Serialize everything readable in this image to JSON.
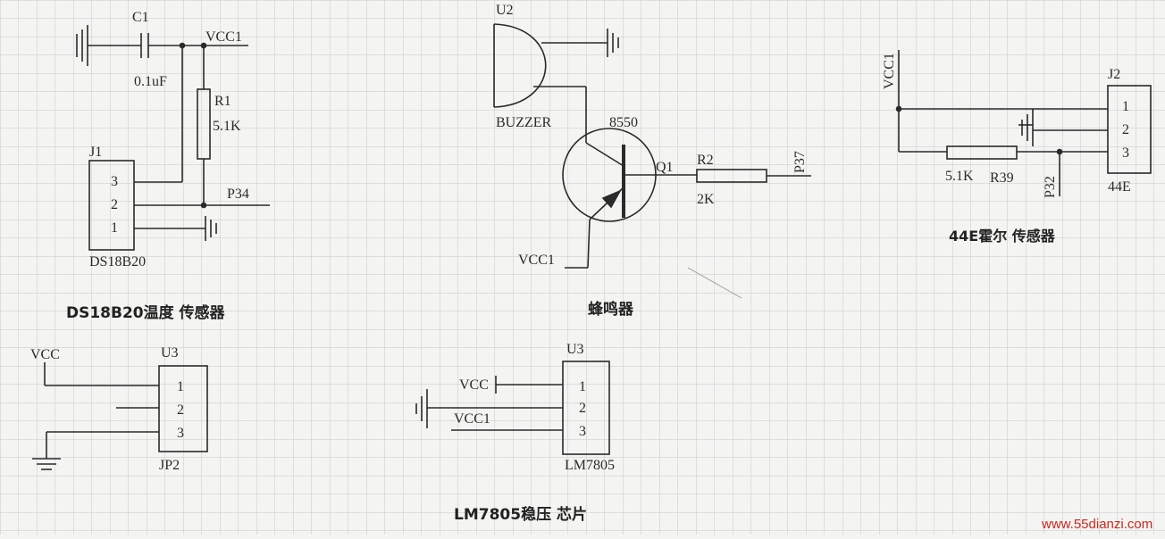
{
  "ds18b20": {
    "cap_ref": "C1",
    "cap_value": "0.1uF",
    "vcc": "VCC1",
    "res_ref": "R1",
    "res_value": "5.1K",
    "conn_ref": "J1",
    "pins": [
      "3",
      "2",
      "1"
    ],
    "conn_part": "DS18B20",
    "net": "P34",
    "caption": "DS18B20温度 传感器"
  },
  "buzzer": {
    "ref": "U2",
    "name": "BUZZER",
    "transistor_ref": "Q1",
    "transistor_part": "8550",
    "res_ref": "R2",
    "res_value": "2K",
    "net": "P37",
    "vcc": "VCC1",
    "caption": "蜂鸣器"
  },
  "hall": {
    "vcc": "VCC1",
    "conn_ref": "J2",
    "pins": [
      "1",
      "2",
      "3"
    ],
    "conn_part": "44E",
    "res_value": "5.1K",
    "res_ref": "R39",
    "net": "P32",
    "caption": "44E霍尔 传感器"
  },
  "jp2": {
    "vcc": "VCC",
    "ref": "U3",
    "pins": [
      "1",
      "2",
      "3"
    ],
    "part": "JP2"
  },
  "lm7805": {
    "ref": "U3",
    "vcc": "VCC",
    "vcc1": "VCC1",
    "pins": [
      "1",
      "2",
      "3"
    ],
    "part": "LM7805",
    "caption": "LM7805稳压 芯片"
  },
  "watermark": "www.55dianzi.com",
  "colors": {
    "ink": "#2a2a2a",
    "grid": "#c9c9c9",
    "paper": "#f4f4f2",
    "watermark": "#d0281e"
  }
}
